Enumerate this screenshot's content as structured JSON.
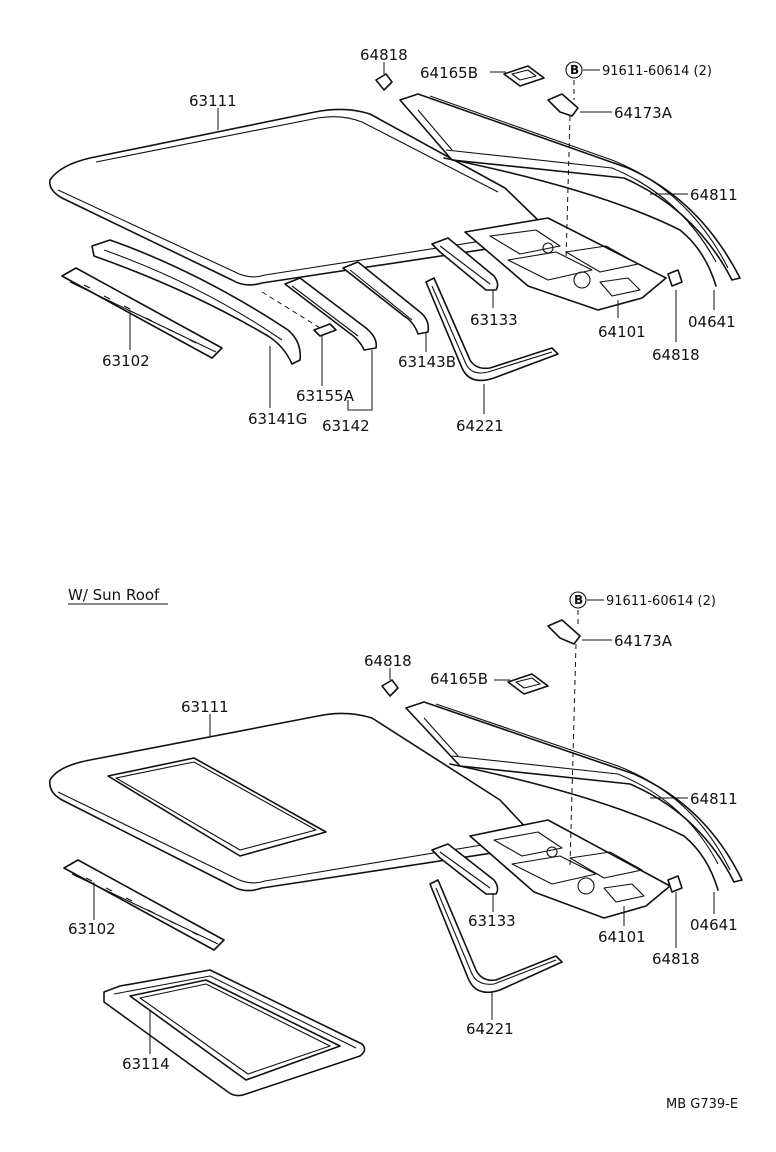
{
  "upper": {
    "labels": {
      "p64818_top": "64818",
      "p64165B": "64165B",
      "bolt_mark": "B",
      "bolt_spec": "91611-60614 (2)",
      "p63111": "63111",
      "p64173A": "64173A",
      "p64811": "64811",
      "p63133": "63133",
      "p64101": "64101",
      "p04641": "04641",
      "p64818_low": "64818",
      "p63102": "63102",
      "p63143B": "63143B",
      "p63155A": "63155A",
      "p63141G": "63141G",
      "p63142": "63142",
      "p64221": "64221"
    }
  },
  "lower": {
    "section_title": "W/ Sun Roof",
    "labels": {
      "bolt_mark": "B",
      "bolt_spec": "91611-60614 (2)",
      "p64173A": "64173A",
      "p64818_top": "64818",
      "p64165B": "64165B",
      "p63111": "63111",
      "p64811": "64811",
      "p63102": "63102",
      "p63133": "63133",
      "p64101": "64101",
      "p04641": "04641",
      "p64818_low": "64818",
      "p64221": "64221",
      "p63114": "63114"
    }
  },
  "footer": {
    "drawing_code": "MB  G739-E"
  }
}
